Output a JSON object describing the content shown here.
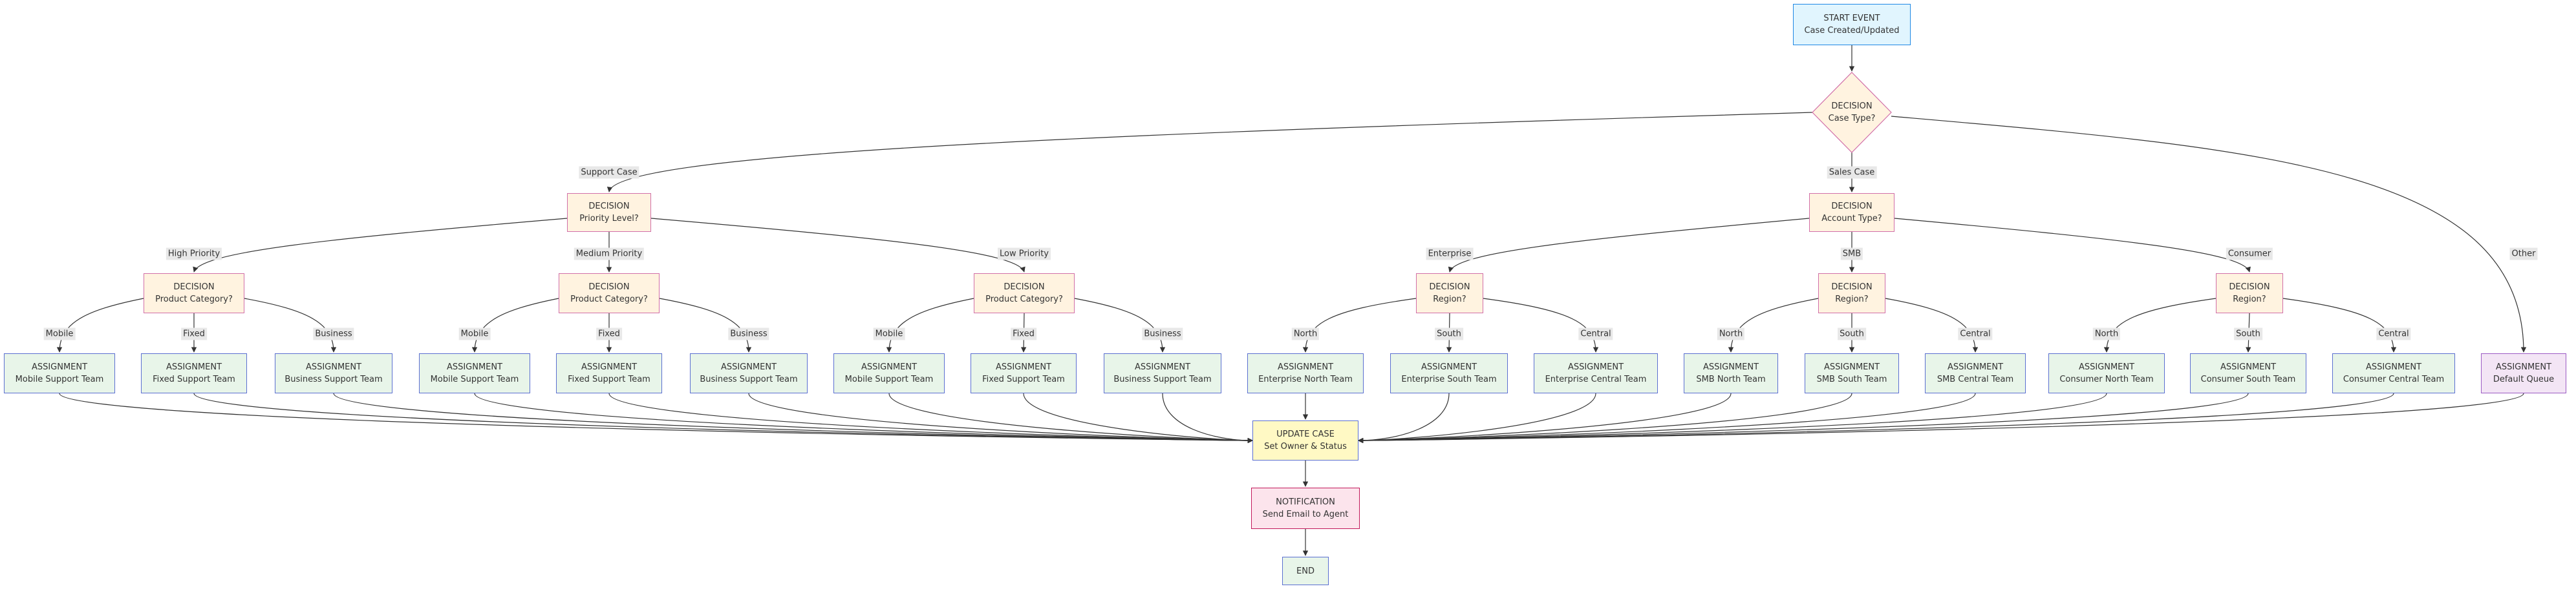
{
  "diagram": {
    "start": {
      "type": "START EVENT",
      "label": "Case Created/Updated"
    },
    "case_type": {
      "type": "DECISION",
      "label": "Case Type?"
    },
    "priority": {
      "type": "DECISION",
      "label": "Priority Level?"
    },
    "account": {
      "type": "DECISION",
      "label": "Account Type?"
    },
    "prod_high": {
      "type": "DECISION",
      "label": "Product Category?"
    },
    "prod_med": {
      "type": "DECISION",
      "label": "Product Category?"
    },
    "prod_low": {
      "type": "DECISION",
      "label": "Product Category?"
    },
    "region_ent": {
      "type": "DECISION",
      "label": "Region?"
    },
    "region_smb": {
      "type": "DECISION",
      "label": "Region?"
    },
    "region_con": {
      "type": "DECISION",
      "label": "Region?"
    },
    "a_h_mobile": {
      "type": "ASSIGNMENT",
      "label": "Mobile Support Team"
    },
    "a_h_fixed": {
      "type": "ASSIGNMENT",
      "label": "Fixed Support Team"
    },
    "a_h_business": {
      "type": "ASSIGNMENT",
      "label": "Business Support Team"
    },
    "a_m_mobile": {
      "type": "ASSIGNMENT",
      "label": "Mobile Support Team"
    },
    "a_m_fixed": {
      "type": "ASSIGNMENT",
      "label": "Fixed Support Team"
    },
    "a_m_business": {
      "type": "ASSIGNMENT",
      "label": "Business Support Team"
    },
    "a_l_mobile": {
      "type": "ASSIGNMENT",
      "label": "Mobile Support Team"
    },
    "a_l_fixed": {
      "type": "ASSIGNMENT",
      "label": "Fixed Support Team"
    },
    "a_l_business": {
      "type": "ASSIGNMENT",
      "label": "Business Support Team"
    },
    "a_ent_north": {
      "type": "ASSIGNMENT",
      "label": "Enterprise North Team"
    },
    "a_ent_south": {
      "type": "ASSIGNMENT",
      "label": "Enterprise South Team"
    },
    "a_ent_central": {
      "type": "ASSIGNMENT",
      "label": "Enterprise Central Team"
    },
    "a_smb_north": {
      "type": "ASSIGNMENT",
      "label": "SMB North Team"
    },
    "a_smb_south": {
      "type": "ASSIGNMENT",
      "label": "SMB South Team"
    },
    "a_smb_central": {
      "type": "ASSIGNMENT",
      "label": "SMB Central Team"
    },
    "a_con_north": {
      "type": "ASSIGNMENT",
      "label": "Consumer North Team"
    },
    "a_con_south": {
      "type": "ASSIGNMENT",
      "label": "Consumer South Team"
    },
    "a_con_central": {
      "type": "ASSIGNMENT",
      "label": "Consumer Central Team"
    },
    "a_default": {
      "type": "ASSIGNMENT",
      "label": "Default Queue"
    },
    "update": {
      "type": "UPDATE CASE",
      "label": "Set Owner & Status"
    },
    "notify": {
      "type": "NOTIFICATION",
      "label": "Send Email to Agent"
    },
    "end": {
      "label": "END"
    }
  },
  "edge_labels": {
    "support_case": "Support Case",
    "sales_case": "Sales Case",
    "other": "Other",
    "high_priority": "High Priority",
    "medium_priority": "Medium Priority",
    "low_priority": "Low Priority",
    "enterprise": "Enterprise",
    "smb": "SMB",
    "consumer": "Consumer",
    "h_mobile": "Mobile",
    "h_fixed": "Fixed",
    "h_business": "Business",
    "m_mobile": "Mobile",
    "m_fixed": "Fixed",
    "m_business": "Business",
    "l_mobile": "Mobile",
    "l_fixed": "Fixed",
    "l_business": "Business",
    "ent_north": "North",
    "ent_south": "South",
    "ent_central": "Central",
    "smb_north": "North",
    "smb_south": "South",
    "smb_central": "Central",
    "con_north": "North",
    "con_south": "South",
    "con_central": "Central"
  },
  "colors": {
    "edge": "#333333",
    "start_fill": "#e1f5fe",
    "decision_fill": "#fff3e0",
    "assignment_fill": "#e8f5e9",
    "default_fill": "#f3e5f5",
    "update_fill": "#fff9c4",
    "notification_fill": "#fce4ec",
    "end_fill": "#e8f5e9",
    "edge_label_bg": "#e8e8e8"
  }
}
